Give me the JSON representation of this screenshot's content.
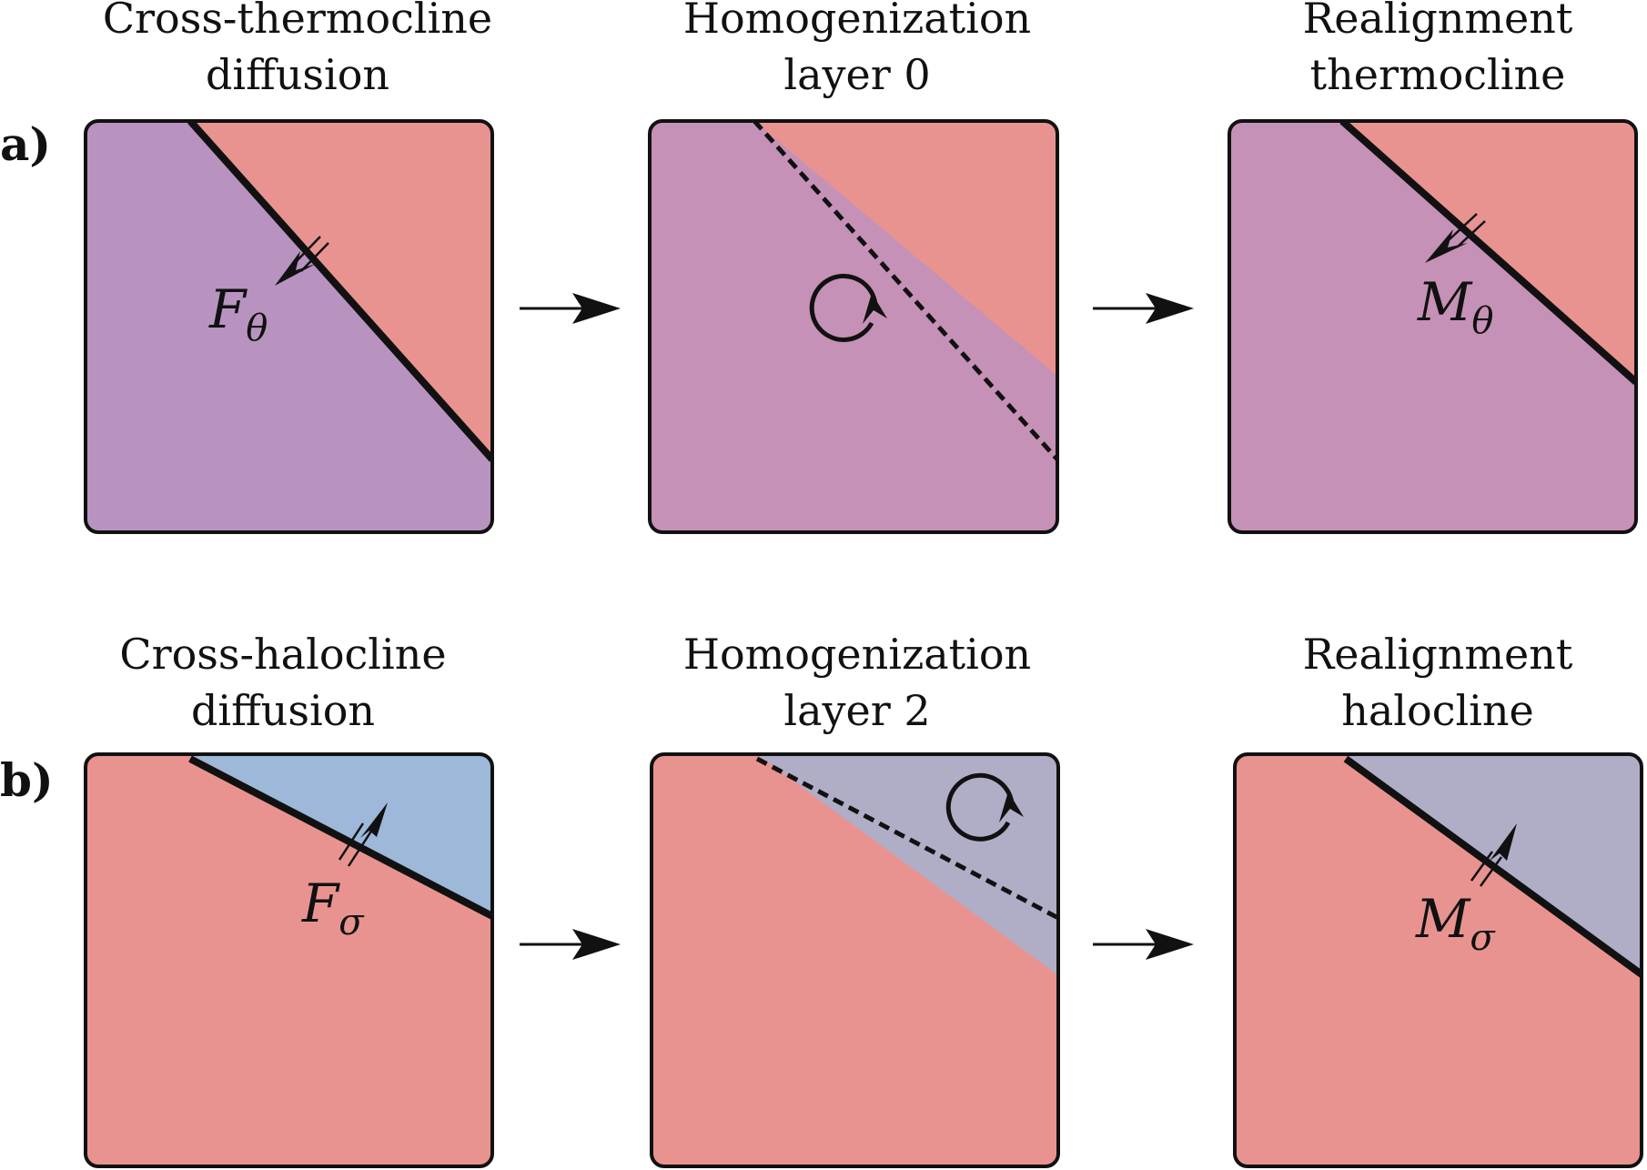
{
  "row_a": {
    "label": "a)",
    "panels": [
      {
        "title": [
          "Cross-thermocline",
          "diffusion"
        ],
        "symbol": "F",
        "subscript": "θ"
      },
      {
        "title": [
          "Homogenization",
          "layer 0"
        ]
      },
      {
        "title": [
          "Realignment",
          "thermocline"
        ],
        "symbol": "M",
        "subscript": "θ"
      }
    ]
  },
  "row_b": {
    "label": "b)",
    "panels": [
      {
        "title": [
          "Cross-halocline",
          "diffusion"
        ],
        "symbol": "F",
        "subscript": "σ"
      },
      {
        "title": [
          "Homogenization",
          "layer 2"
        ]
      },
      {
        "title": [
          "Realignment",
          "halocline"
        ],
        "symbol": "M",
        "subscript": "σ"
      }
    ]
  },
  "colors": {
    "warm": "#e99391",
    "purple": "#b893c0",
    "mixed_purple": "#c691b6",
    "blue": "#9db8d9",
    "mixed_blue": "#b0adc7",
    "ink": "#111111"
  }
}
